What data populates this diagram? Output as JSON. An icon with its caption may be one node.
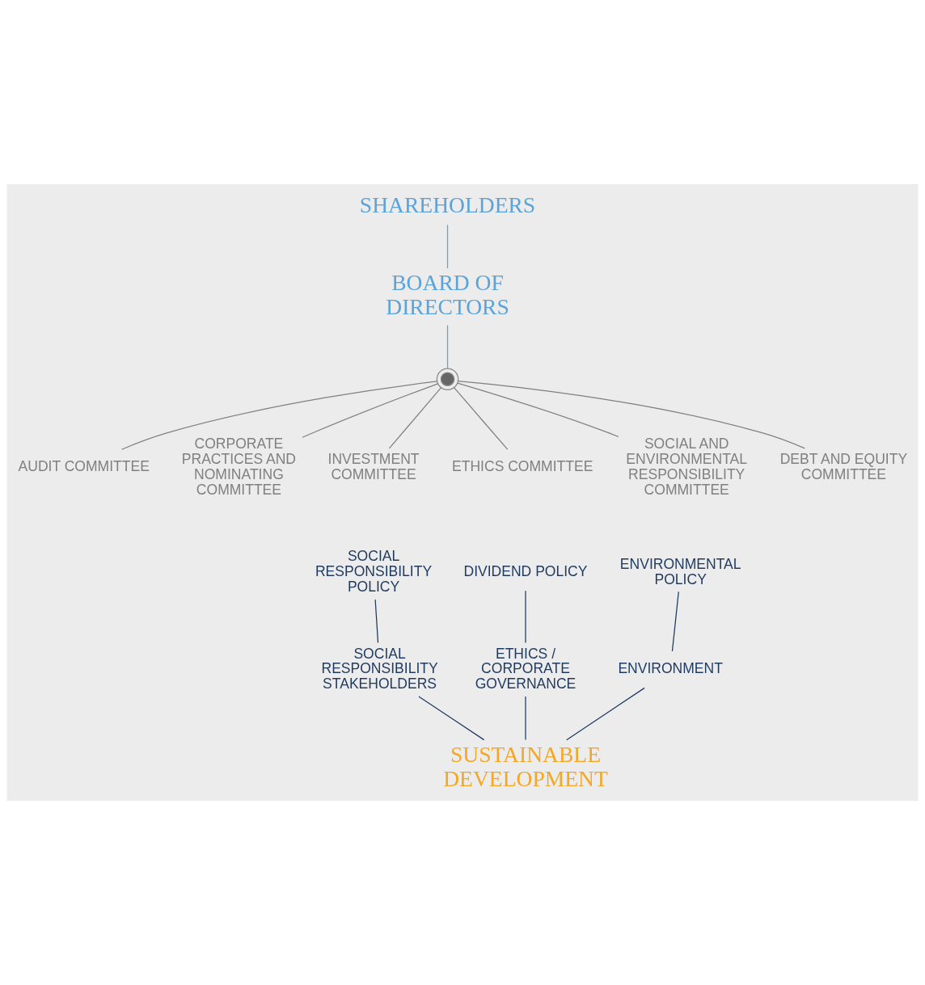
{
  "diagram": {
    "nodes": [
      {
        "text": [
          "SHAREHOLDERS"
        ]
      },
      {
        "text": [
          "BOARD OF DIRECTORS"
        ]
      },
      {
        "text": [],
        "shape": "circle"
      },
      {
        "text": [
          "AUDIT COMMITTEE"
        ]
      },
      {
        "text": [
          "CORPORATE PRACTICES AND NOMINATING COMMITTEE"
        ]
      },
      {
        "text": [
          "INVESTMENT COMMITTEE"
        ]
      },
      {
        "text": [
          "ETHICS COMMITTEE"
        ]
      },
      {
        "text": [
          "SOCIAL AND ENVIRONMENTAL RESPONSIBILITY COMMITTEE"
        ]
      },
      {
        "text": [
          "DEBT AND EQUITY COMMITTEE"
        ]
      },
      {
        "text": [
          "DIVIDEND POLICY"
        ]
      },
      {
        "text": [
          "SOCIAL RESPONSIBILITY POLICY"
        ]
      },
      {
        "text": [
          "ENVIRONMENTAL POLICY"
        ]
      },
      {
        "text": [
          "ETHICS / CORPORATE GOVERNANCE"
        ]
      },
      {
        "text": [
          "SOCIAL RESPONSIBILITY STAKEHOLDERS"
        ]
      },
      {
        "text": [
          "ENVIRONMENT"
        ]
      },
      {
        "text": [
          "SUSTAINABLE DEVELOPMENT"
        ]
      }
    ],
    "edges": [
      {
        "from": 0,
        "to": 1,
        "arrow": "none",
        "color": "#5ba3d9"
      },
      {
        "from": 1,
        "to": 2,
        "arrow": "none",
        "color": "#5ba3d9"
      },
      {
        "from": 2,
        "to": 3,
        "arrow": "none"
      },
      {
        "from": 2,
        "to": 4,
        "arrow": "none"
      },
      {
        "from": 2,
        "to": 5,
        "arrow": "none"
      },
      {
        "from": 2,
        "to": 6,
        "arrow": "none"
      },
      {
        "from": 2,
        "to": 7,
        "arrow": "none"
      },
      {
        "from": 2,
        "to": 8,
        "arrow": "none"
      },
      {
        "from": 9,
        "to": 12,
        "arrow": "none",
        "color": "#1f3a5f"
      },
      {
        "from": 10,
        "to": 13,
        "arrow": "none",
        "color": "#1f3a5f"
      },
      {
        "from": 11,
        "to": 14,
        "arrow": "none",
        "color": "#1f3a5f"
      },
      {
        "from": 12,
        "to": 15,
        "arrow": "none",
        "color": "#1f3a5f"
      },
      {
        "from": 13,
        "to": 15,
        "arrow": "none",
        "color": "#1f3a5f"
      },
      {
        "from": 14,
        "to": 15,
        "arrow": "none",
        "color": "#1f3a5f"
      }
    ]
  }
}
